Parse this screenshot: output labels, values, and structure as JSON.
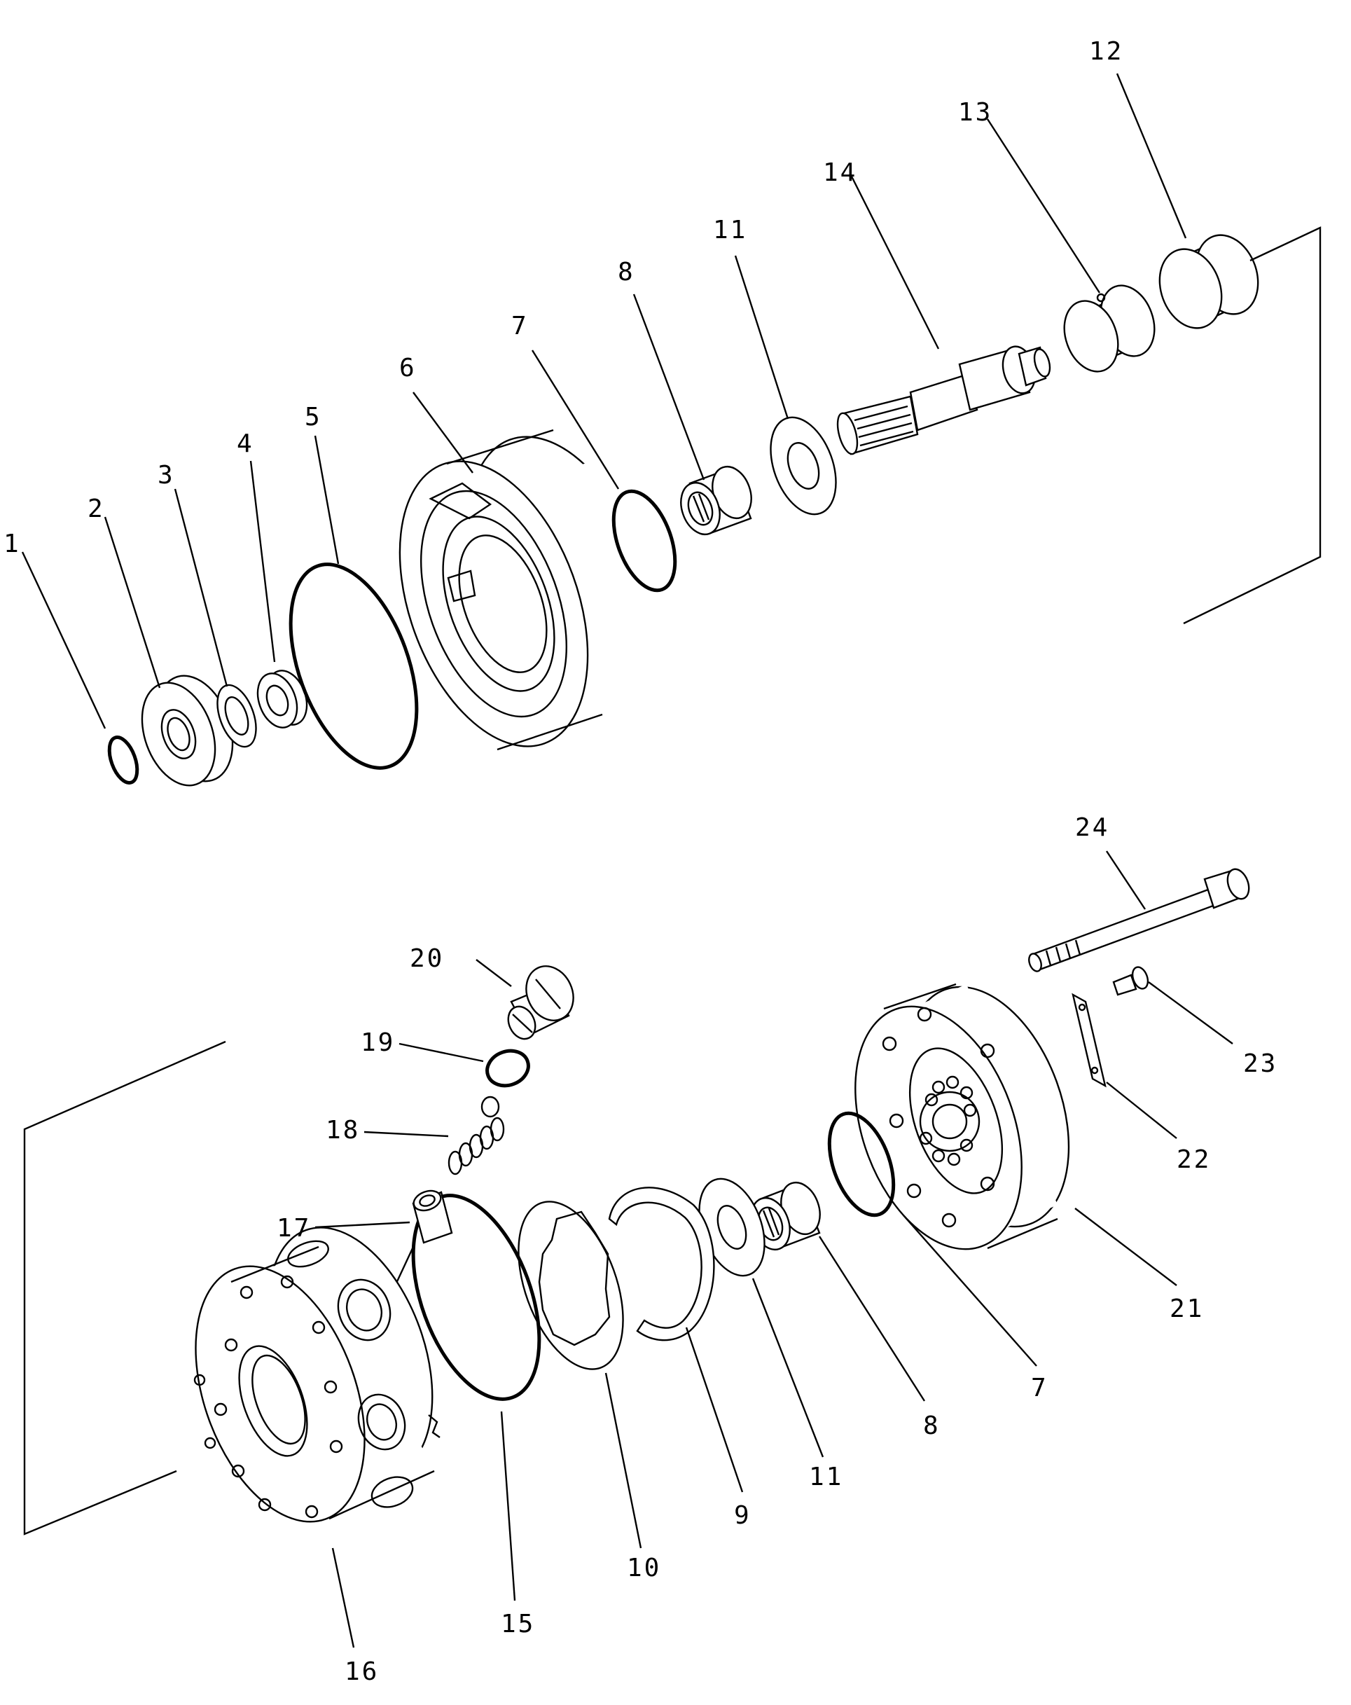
{
  "diagram": {
    "parts": {
      "p1": "1",
      "p2": "2",
      "p3": "3",
      "p4": "4",
      "p5": "5",
      "p6": "6",
      "p7a": "7",
      "p8a": "8",
      "p11a": "11",
      "p14": "14",
      "p13": "13",
      "p12": "12",
      "p24": "24",
      "p20": "20",
      "p19": "19",
      "p18": "18",
      "p17": "17",
      "p23": "23",
      "p22": "22",
      "p21": "21",
      "p7b": "7",
      "p8b": "8",
      "p11b": "11",
      "p9": "9",
      "p10": "10",
      "p15": "15",
      "p16": "16"
    }
  }
}
